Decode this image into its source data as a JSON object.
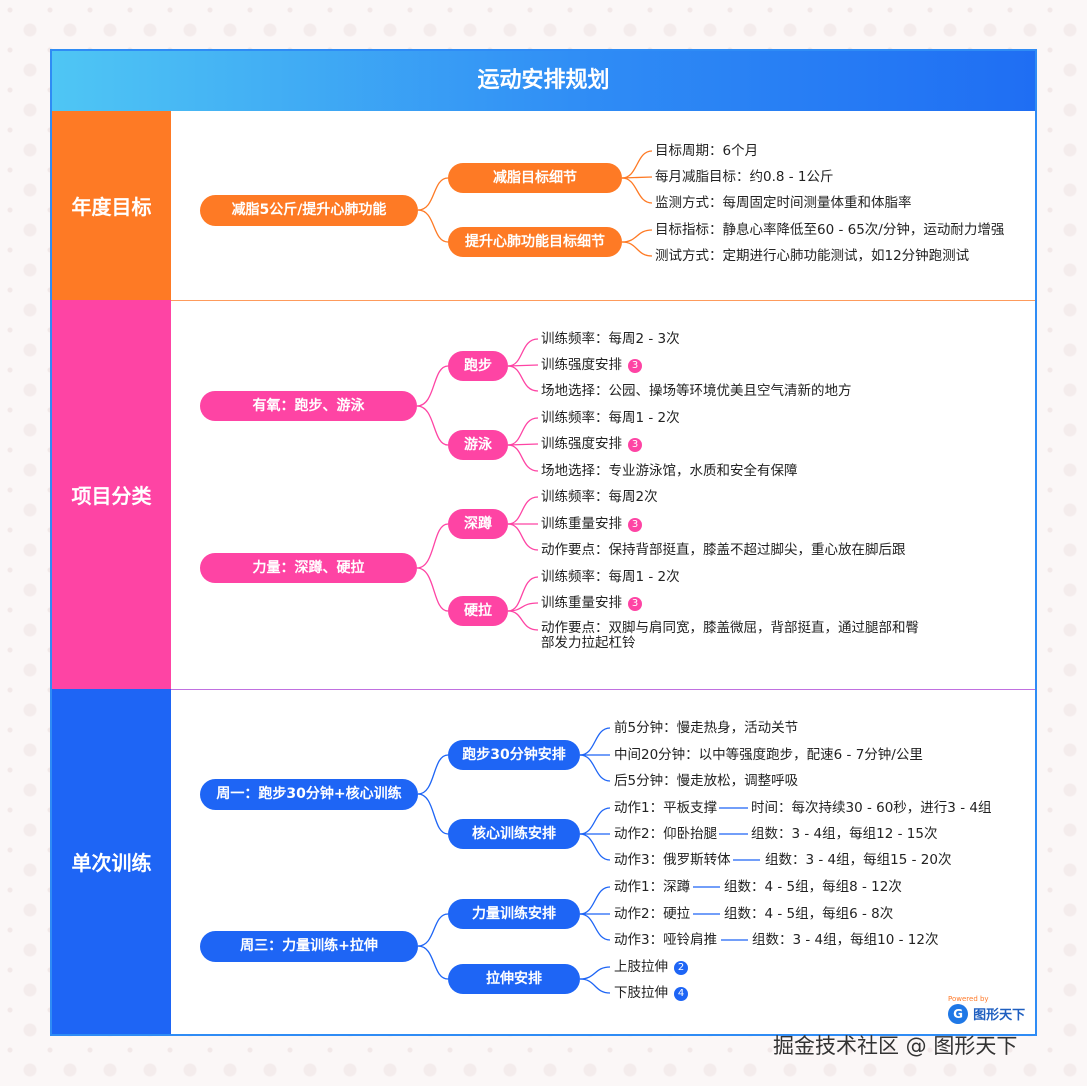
{
  "title": "运动安排规划",
  "sections": [
    {
      "label": "年度目标",
      "color": "#fe7a25"
    },
    {
      "label": "项目分类",
      "color": "#fe44a4"
    },
    {
      "label": "单次训练",
      "color": "#1e65f5"
    }
  ],
  "nodes": {
    "goal_main": "减脂5公斤/提升心肺功能",
    "fat_loss_detail": "减脂目标细节",
    "cardio_detail": "提升心肺功能目标细节",
    "fl_period": "目标周期：6个月",
    "fl_monthly": "每月减脂目标：约0.8 - 1公斤",
    "fl_monitor": "监测方式：每周固定时间测量体重和体脂率",
    "cd_target": "目标指标：静息心率降低至60 - 65次/分钟，运动耐力增强",
    "cd_test": "测试方式：定期进行心肺功能测试，如12分钟跑测试",
    "aerobic": "有氧：跑步、游泳",
    "running": "跑步",
    "swimming": "游泳",
    "run_freq": "训练频率：每周2 - 3次",
    "run_intensity": "训练强度安排",
    "run_intensity_count": "3",
    "run_venue": "场地选择：公园、操场等环境优美且空气清新的地方",
    "swim_freq": "训练频率：每周1 - 2次",
    "swim_intensity": "训练强度安排",
    "swim_intensity_count": "3",
    "swim_venue": "场地选择：专业游泳馆，水质和安全有保障",
    "strength": "力量：深蹲、硬拉",
    "squat": "深蹲",
    "deadlift": "硬拉",
    "sq_freq": "训练频率：每周2次",
    "sq_weight": "训练重量安排",
    "sq_weight_count": "3",
    "sq_key": "动作要点：保持背部挺直，膝盖不超过脚尖，重心放在脚后跟",
    "dl_freq": "训练频率：每周1 - 2次",
    "dl_weight": "训练重量安排",
    "dl_weight_count": "3",
    "dl_key_1": "动作要点：双脚与肩同宽，膝盖微屈，背部挺直，通过腿部和臀",
    "dl_key_2": "部发力拉起杠铃",
    "mon": "周一：跑步30分钟+核心训练",
    "run30": "跑步30分钟安排",
    "core": "核心训练安排",
    "r_first": "前5分钟：慢走热身，活动关节",
    "r_mid": "中间20分钟：以中等强度跑步，配速6 - 7分钟/公里",
    "r_last": "后5分钟：慢走放松，调整呼吸",
    "c1": "动作1：平板支撑",
    "c1d": "时间：每次持续30 - 60秒，进行3 - 4组",
    "c2": "动作2：仰卧抬腿",
    "c2d": "组数：3 - 4组，每组12 - 15次",
    "c3": "动作3：俄罗斯转体",
    "c3d": "组数：3 - 4组，每组15 - 20次",
    "wed": "周三：力量训练+拉伸",
    "strength_plan": "力量训练安排",
    "stretch": "拉伸安排",
    "s1": "动作1：深蹲",
    "s1d": "组数：4 - 5组，每组8 - 12次",
    "s2": "动作2：硬拉",
    "s2d": "组数：4 - 5组，每组6 - 8次",
    "s3": "动作3：哑铃肩推",
    "s3d": "组数：3 - 4组，每组10 - 12次",
    "upper": "上肢拉伸",
    "upper_count": "2",
    "lower": "下肢拉伸",
    "lower_count": "4"
  },
  "watermark": "掘金技术社区 @ 图形天下",
  "logo": {
    "caption": "Powered by",
    "mark": "G",
    "name": "图形天下"
  }
}
